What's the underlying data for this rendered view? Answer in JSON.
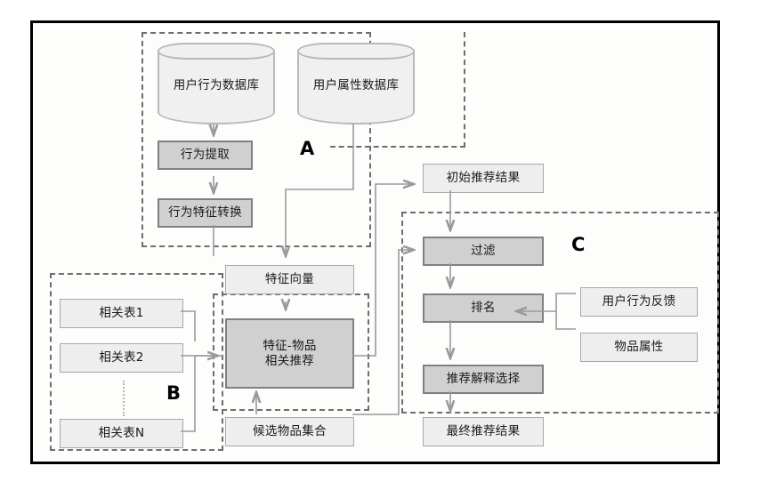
{
  "diagram": {
    "title": "",
    "groups": [
      {
        "id": "A",
        "label": "A"
      },
      {
        "id": "B",
        "label": "B"
      },
      {
        "id": "C",
        "label": "C"
      }
    ],
    "nodes": {
      "user_behavior_db": {
        "label": "用户行为数据库",
        "shape": "cylinder",
        "style": "light"
      },
      "user_attribute_db": {
        "label": "用户属性数据库",
        "shape": "cylinder",
        "style": "light"
      },
      "behavior_extraction": {
        "label": "行为提取",
        "shape": "rect",
        "style": "dark"
      },
      "behavior_feature_transform": {
        "label": "行为特征转换",
        "shape": "rect",
        "style": "dark"
      },
      "feature_vector": {
        "label": "特征向量",
        "shape": "rect",
        "style": "light"
      },
      "related_table_1": {
        "label": "相关表1",
        "shape": "rect",
        "style": "light"
      },
      "related_table_2": {
        "label": "相关表2",
        "shape": "rect",
        "style": "light"
      },
      "related_table_n": {
        "label": "相关表N",
        "shape": "rect",
        "style": "light"
      },
      "feature_item_recommend": {
        "label": "特征-物品\n相关推荐",
        "line1": "特征-物品",
        "line2": "相关推荐",
        "shape": "rect",
        "style": "dark"
      },
      "candidate_item_set": {
        "label": "候选物品集合",
        "shape": "rect",
        "style": "light"
      },
      "initial_recommend_result": {
        "label": "初始推荐结果",
        "shape": "rect",
        "style": "light"
      },
      "filter": {
        "label": "过滤",
        "shape": "rect",
        "style": "dark"
      },
      "ranking": {
        "label": "排名",
        "shape": "rect",
        "style": "dark"
      },
      "recommend_explanation_select": {
        "label": "推荐解释选择",
        "shape": "rect",
        "style": "dark"
      },
      "final_recommend_result": {
        "label": "最终推荐结果",
        "shape": "rect",
        "style": "light"
      },
      "user_behavior_feedback": {
        "label": "用户行为反馈",
        "shape": "rect",
        "style": "light"
      },
      "item_attribute": {
        "label": "物品属性",
        "shape": "rect",
        "style": "light"
      }
    },
    "colors": {
      "frame": "#000000",
      "dashed_group": "#6e6e6e",
      "node_light_fill": "#eeeeee",
      "node_light_border": "#a8a8a8",
      "node_dark_fill": "#d0d0d0",
      "node_dark_border": "#808080",
      "connector": "#9a9a9a",
      "background": "#ffffff"
    }
  }
}
